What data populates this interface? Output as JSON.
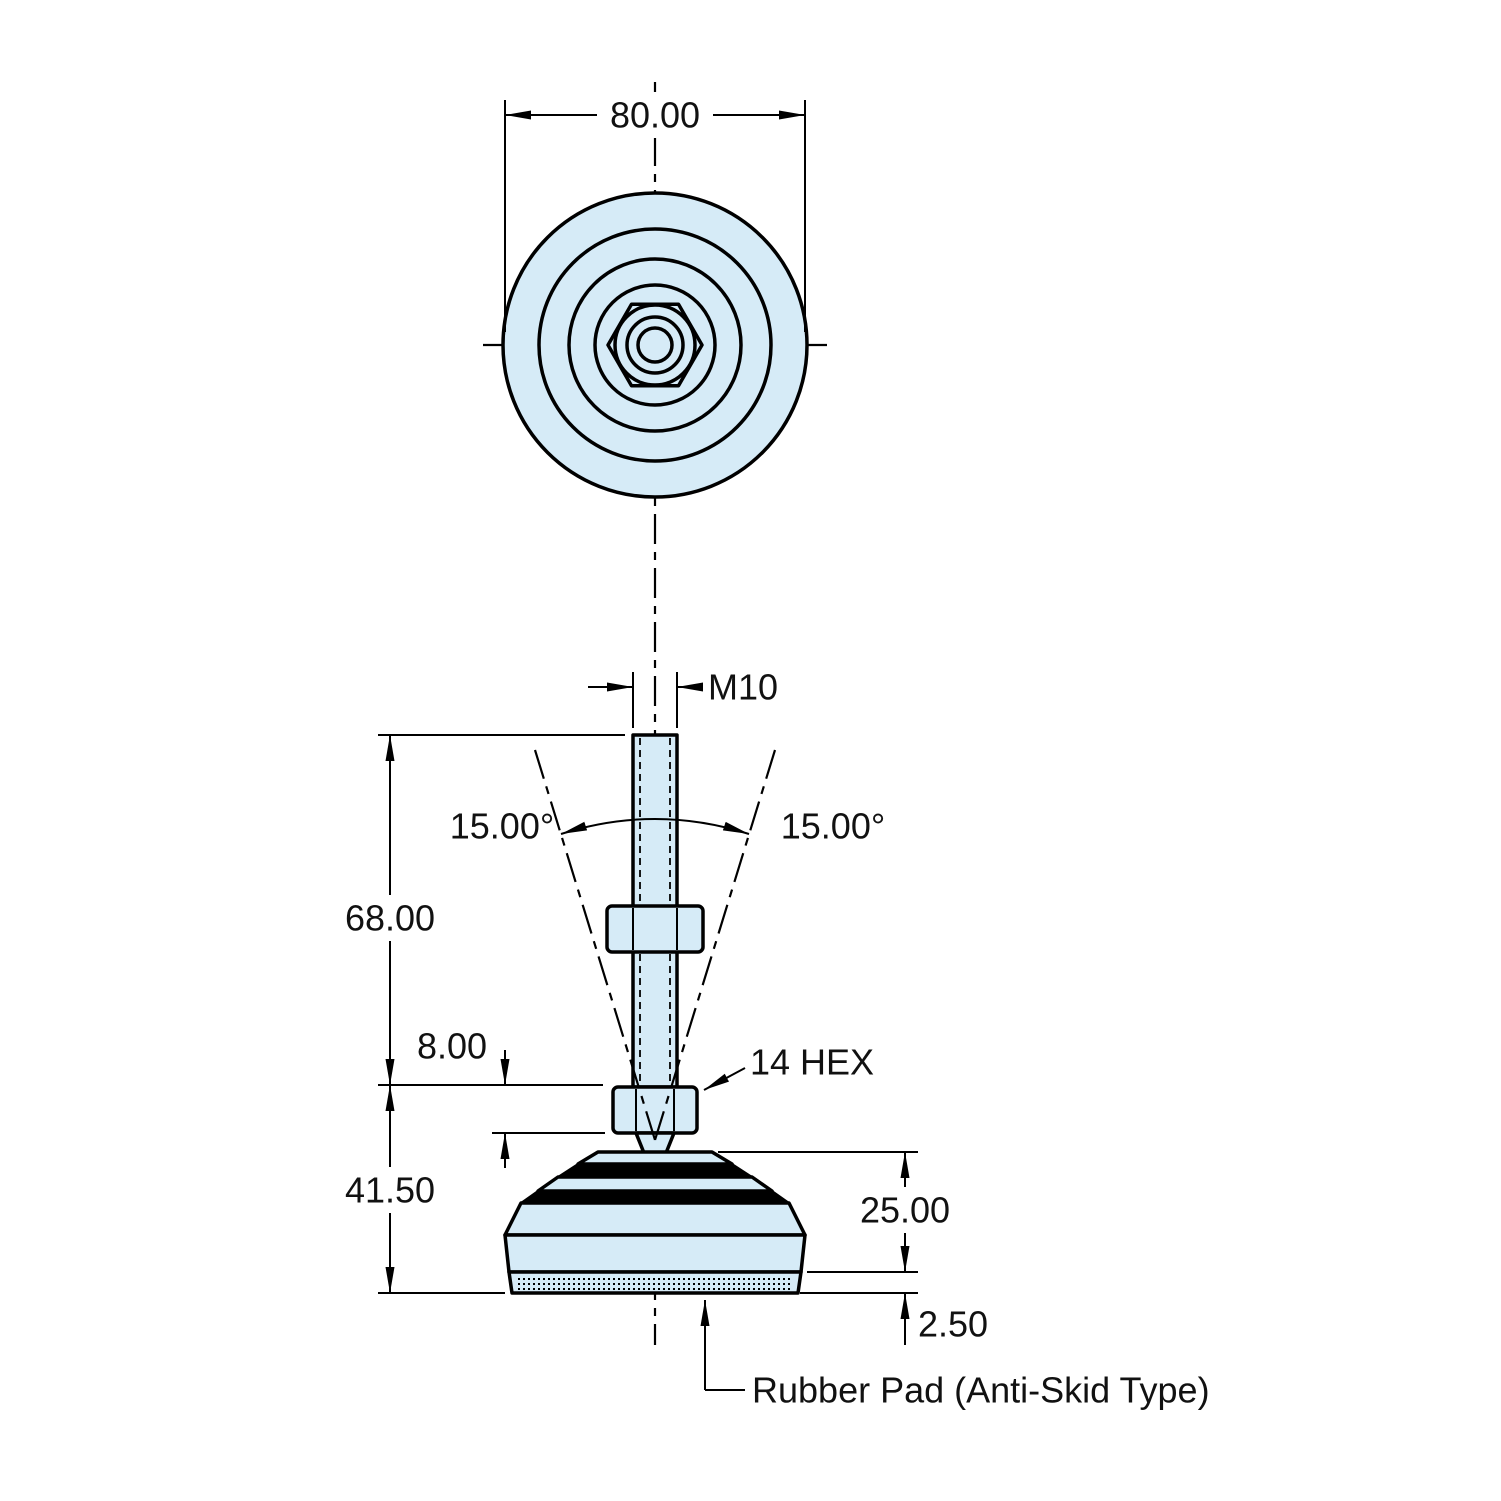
{
  "colors": {
    "part-fill": "#d6ebf7",
    "line": "#000000",
    "background": "#ffffff"
  },
  "dimensions": {
    "top_diameter": "80.00",
    "thread": "M10",
    "angle_left": "15.00°",
    "angle_right": "15.00°",
    "stud_length": "68.00",
    "nut_height": "8.00",
    "hex_size": "14 HEX",
    "overall_height": "41.50",
    "base_height": "25.00",
    "pad_thickness": "2.50"
  },
  "annotations": {
    "rubber_pad": "Rubber Pad (Anti-Skid Type)"
  }
}
